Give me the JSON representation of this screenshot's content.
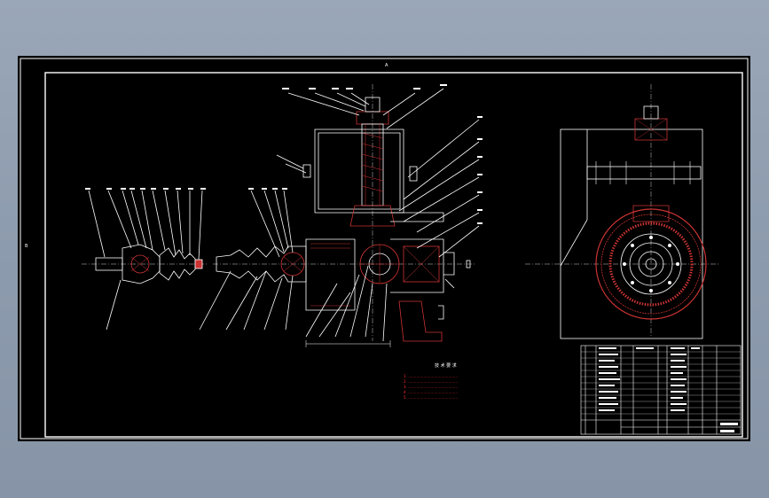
{
  "sheet": {
    "background": "#000000",
    "line_color": "#ffffff",
    "accent_color": "#ff3333",
    "center_line_color": "#d0d0d0",
    "top_mark": "A",
    "left_mark": "B"
  },
  "notes": {
    "title": "技 术 要 求",
    "lines": [
      "1. ……………………………………",
      "2. ……………………………………",
      "3. ……………………………………",
      "4. ……………………………………",
      "5. ……………………………………"
    ]
  }
}
